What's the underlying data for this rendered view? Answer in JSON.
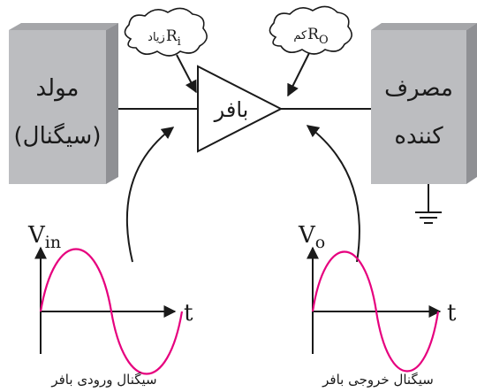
{
  "generator": {
    "line1": "مولد",
    "line2": "(سیگنال)"
  },
  "load": {
    "line1": "مصرف",
    "line2": "کننده"
  },
  "buffer": {
    "label": "بافر"
  },
  "input_resistance": {
    "symbol": "R",
    "subscript": "i",
    "note": "زیاد"
  },
  "output_resistance": {
    "symbol": "R",
    "subscript": "O",
    "note": "کم"
  },
  "input_signal": {
    "symbol": "V",
    "subscript": "in",
    "axis": "t",
    "caption": "سیگنال ورودی بافر"
  },
  "output_signal": {
    "symbol": "V",
    "subscript": "o",
    "axis": "t",
    "caption": "سیگنال خروجی بافر"
  },
  "colors": {
    "box_face": "#bcbdc0",
    "box_side": "#8f9094",
    "box_top": "#a5a6a9",
    "wave": "#e6007e",
    "stroke": "#1a1a1a"
  }
}
